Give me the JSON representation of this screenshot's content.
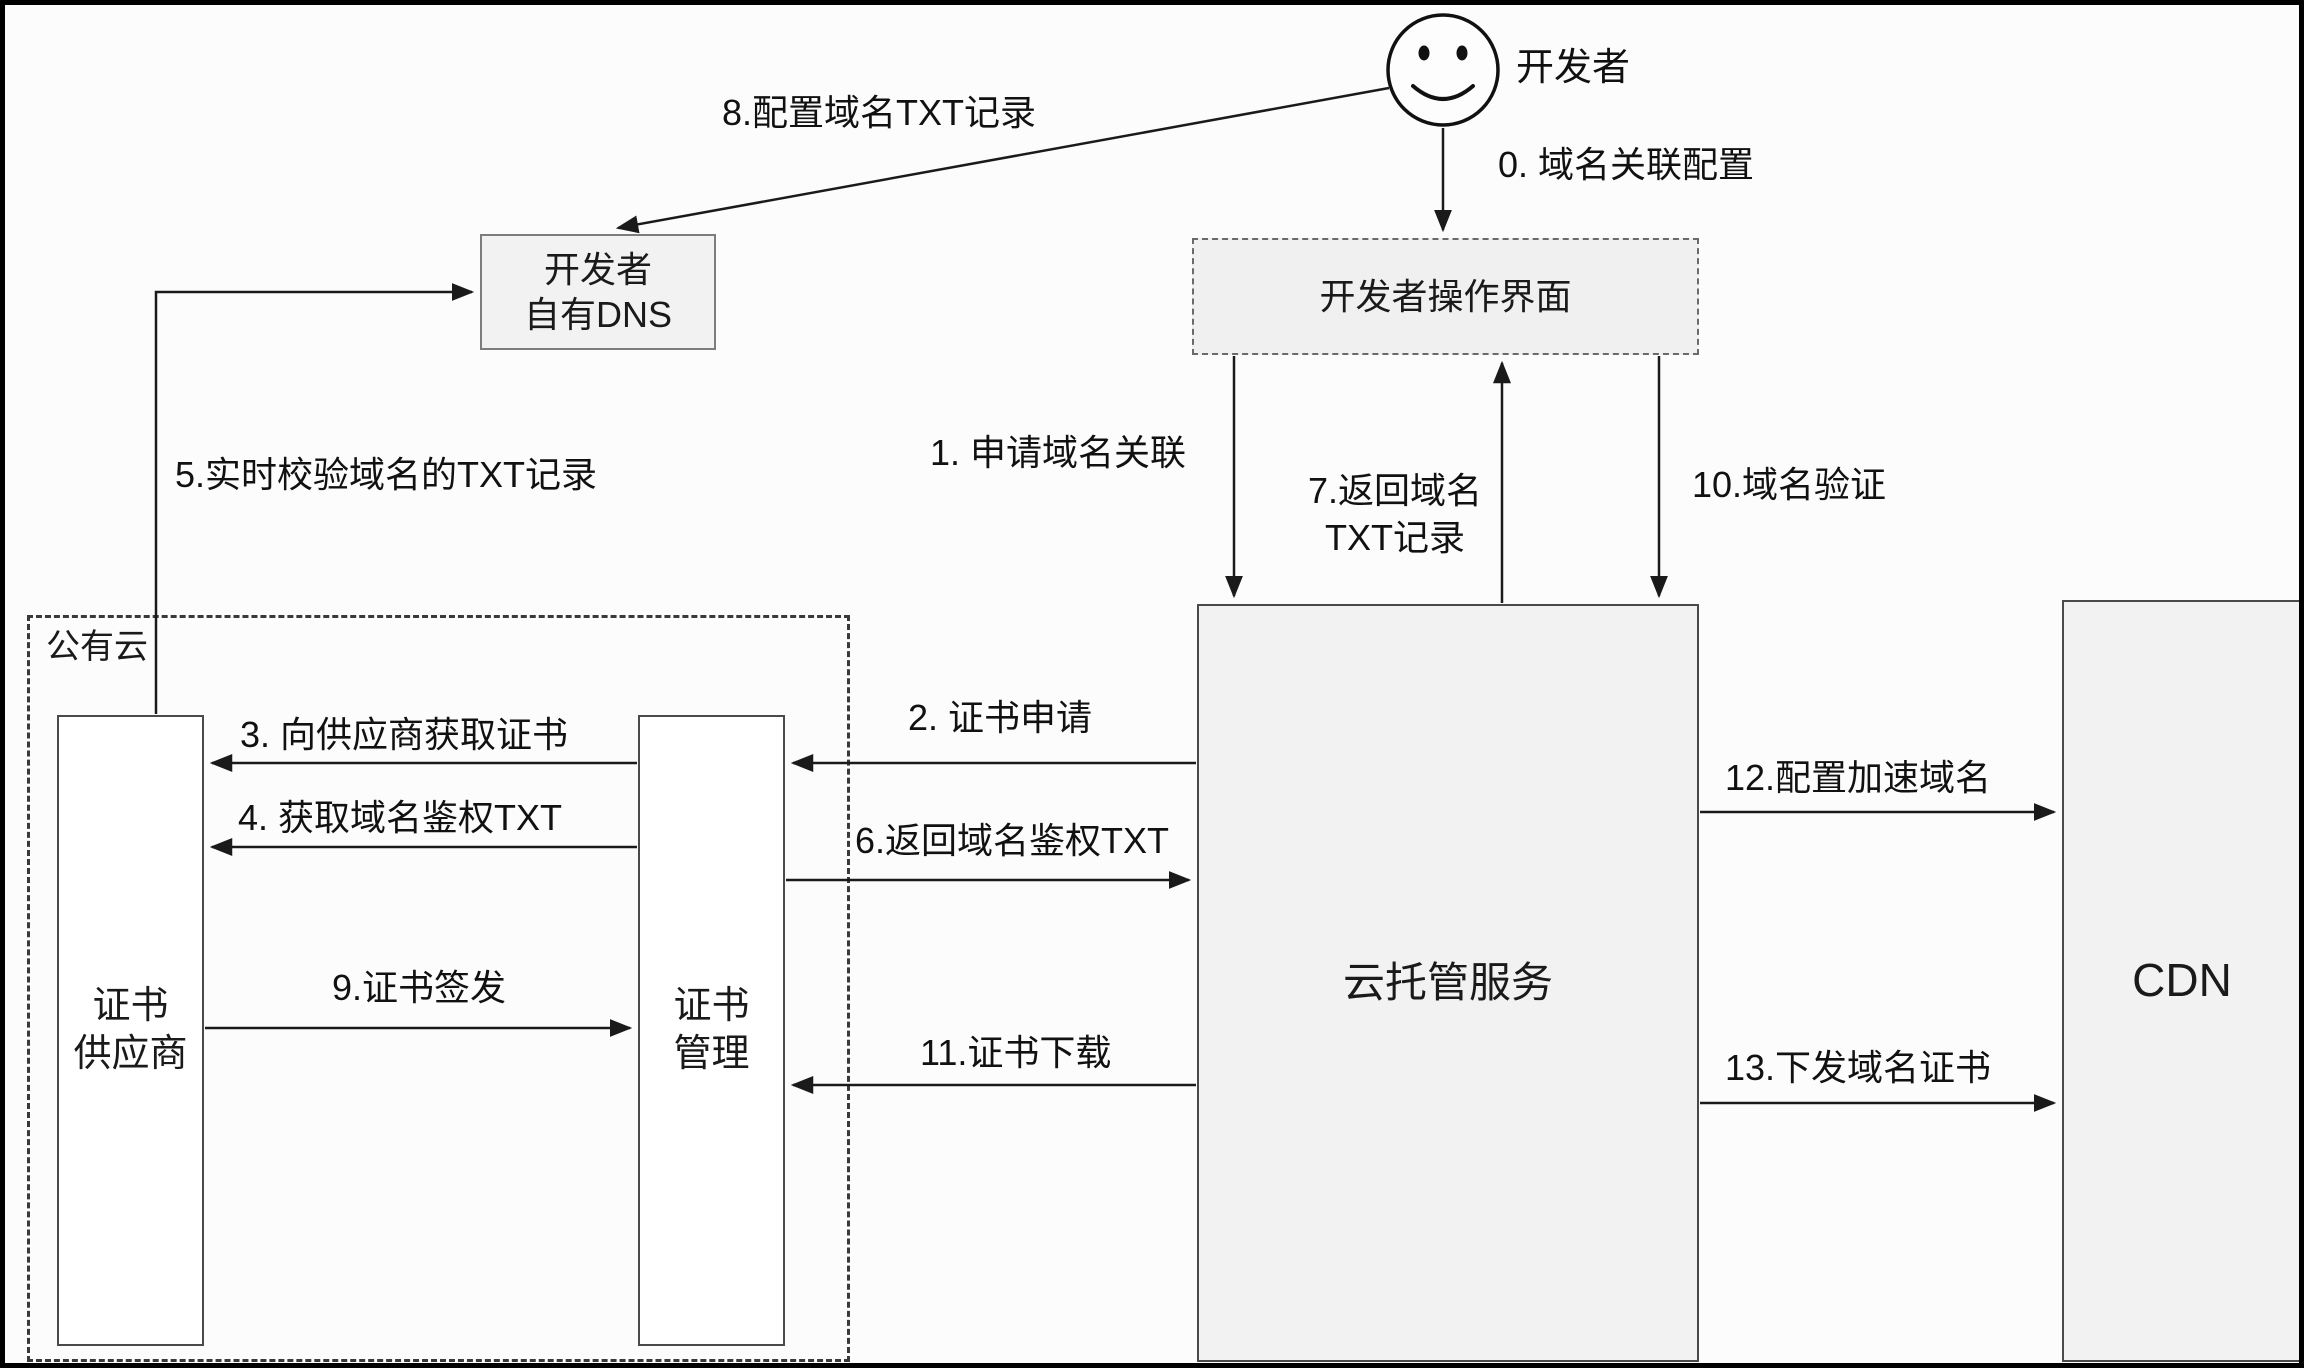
{
  "nodes": {
    "developer": "开发者",
    "dns": "开发者\n自有DNS",
    "dev_ui": "开发者操作界面",
    "public_cloud": "公有云",
    "cert_supplier": "证书\n供应商",
    "cert_mgmt": "证书\n管理",
    "cloud_hosting": "云托管服务",
    "cdn": "CDN"
  },
  "edges": {
    "e0": "0. 域名关联配置",
    "e1": "1. 申请域名关联",
    "e2": "2. 证书申请",
    "e3": "3. 向供应商获取证书",
    "e4": "4. 获取域名鉴权TXT",
    "e5": "5.实时校验域名的TXT记录",
    "e6": "6.返回域名鉴权TXT",
    "e7": "7.返回域名\nTXT记录",
    "e8": "8.配置域名TXT记录",
    "e9": "9.证书签发",
    "e10": "10.域名验证",
    "e11": "11.证书下载",
    "e12": "12.配置加速域名",
    "e13": "13.下发域名证书"
  },
  "colors": {
    "line": "#1a1a1a",
    "box_fill": "#f2f2f2",
    "box_border": "#4a4a4a",
    "background": "#fcfcfc"
  }
}
